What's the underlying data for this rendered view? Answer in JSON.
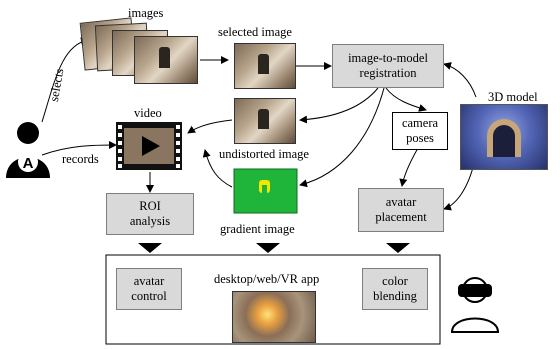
{
  "labels": {
    "images": "images",
    "selected_image": "selected image",
    "video": "video",
    "undistorted_image": "undistorted image",
    "gradient_image": "gradient image",
    "model_3d": "3D model",
    "selects": "selects",
    "records": "records",
    "desktop_app": "desktop/web/VR app"
  },
  "boxes": {
    "registration": [
      "image-to-model",
      "registration"
    ],
    "camera_poses": [
      "camera",
      "poses"
    ],
    "roi_analysis": [
      "ROI",
      "analysis"
    ],
    "avatar_placement": [
      "avatar",
      "placement"
    ],
    "avatar_control": [
      "avatar",
      "control"
    ],
    "color_blending": [
      "color",
      "blending"
    ]
  },
  "user_glyph": "A",
  "colors": {
    "box_fill": "#d9d9d9",
    "box_stroke": "#7f7f7f",
    "gradient_fill": "#1fb43a",
    "gradient_icon": "#f3e600",
    "person": "#000000"
  },
  "icons": {
    "user": "person-icon",
    "video": "film-icon",
    "vr_user": "vr-headset-person-icon"
  }
}
